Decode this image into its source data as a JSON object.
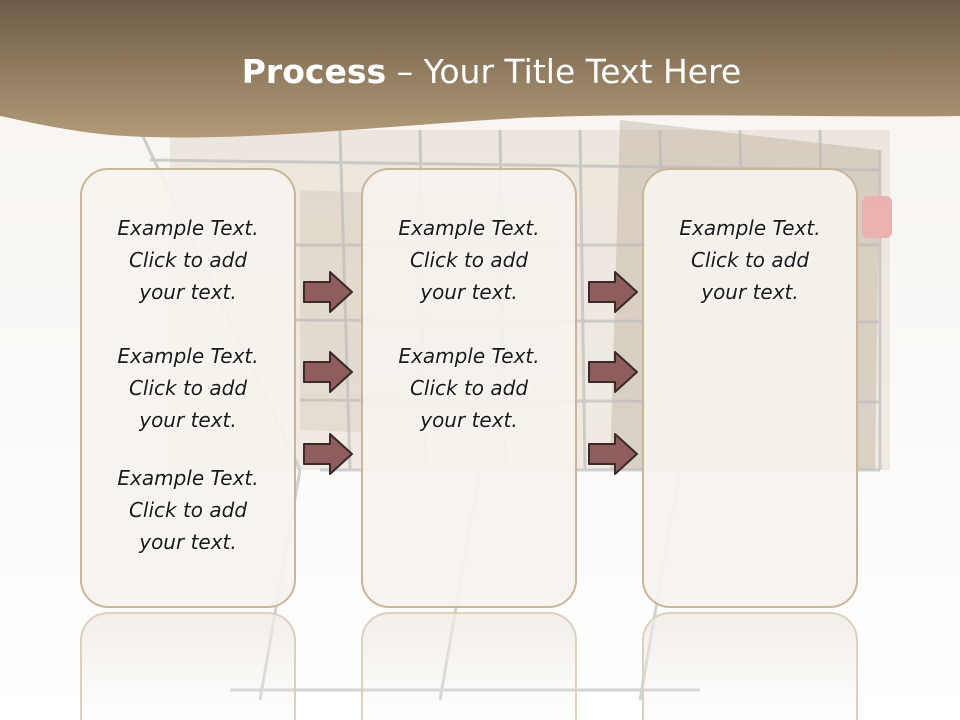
{
  "slide": {
    "title_bold": "Process",
    "title_rest": " – Your Title Text Here"
  },
  "columns": [
    {
      "items": [
        [
          "Example Text.",
          "Click  to add",
          "your text."
        ],
        [
          "Example Text.",
          "Click  to add",
          "your text."
        ],
        [
          "Example Text.",
          "Click  to add",
          "your text."
        ]
      ]
    },
    {
      "items": [
        [
          "Example Text.",
          "Click  to add",
          "your text."
        ],
        [
          "Example Text.",
          "Click  to add",
          "your text."
        ]
      ]
    },
    {
      "items": [
        [
          "Example Text.",
          "Click  to add",
          "your text."
        ]
      ]
    }
  ],
  "colors": {
    "header_band": "#8a7558",
    "arrow_fill": "#8f5d5d",
    "box_border": "#c9b59a"
  },
  "icons": [
    "right-arrow-icon",
    "shopping-cart-image"
  ]
}
